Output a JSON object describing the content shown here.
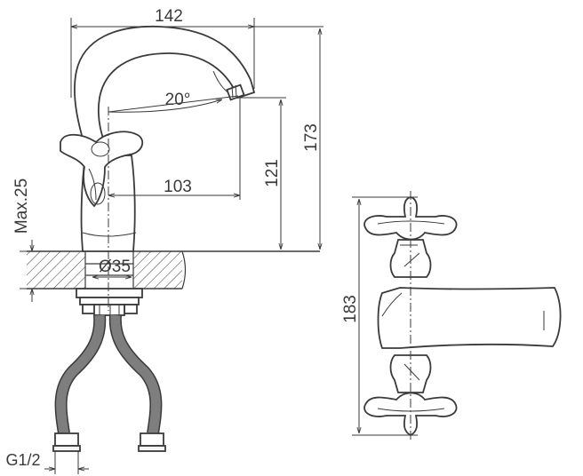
{
  "dimensions": {
    "width_top": "142",
    "angle": "20°",
    "reach": "103",
    "spout_height": "121",
    "total_height": "173",
    "max_thickness": "Max.25",
    "hole_diameter": "Ø35",
    "thread": "G1/2",
    "side_height": "183"
  },
  "colors": {
    "line": "#3a3a3a",
    "background": "#ffffff"
  }
}
